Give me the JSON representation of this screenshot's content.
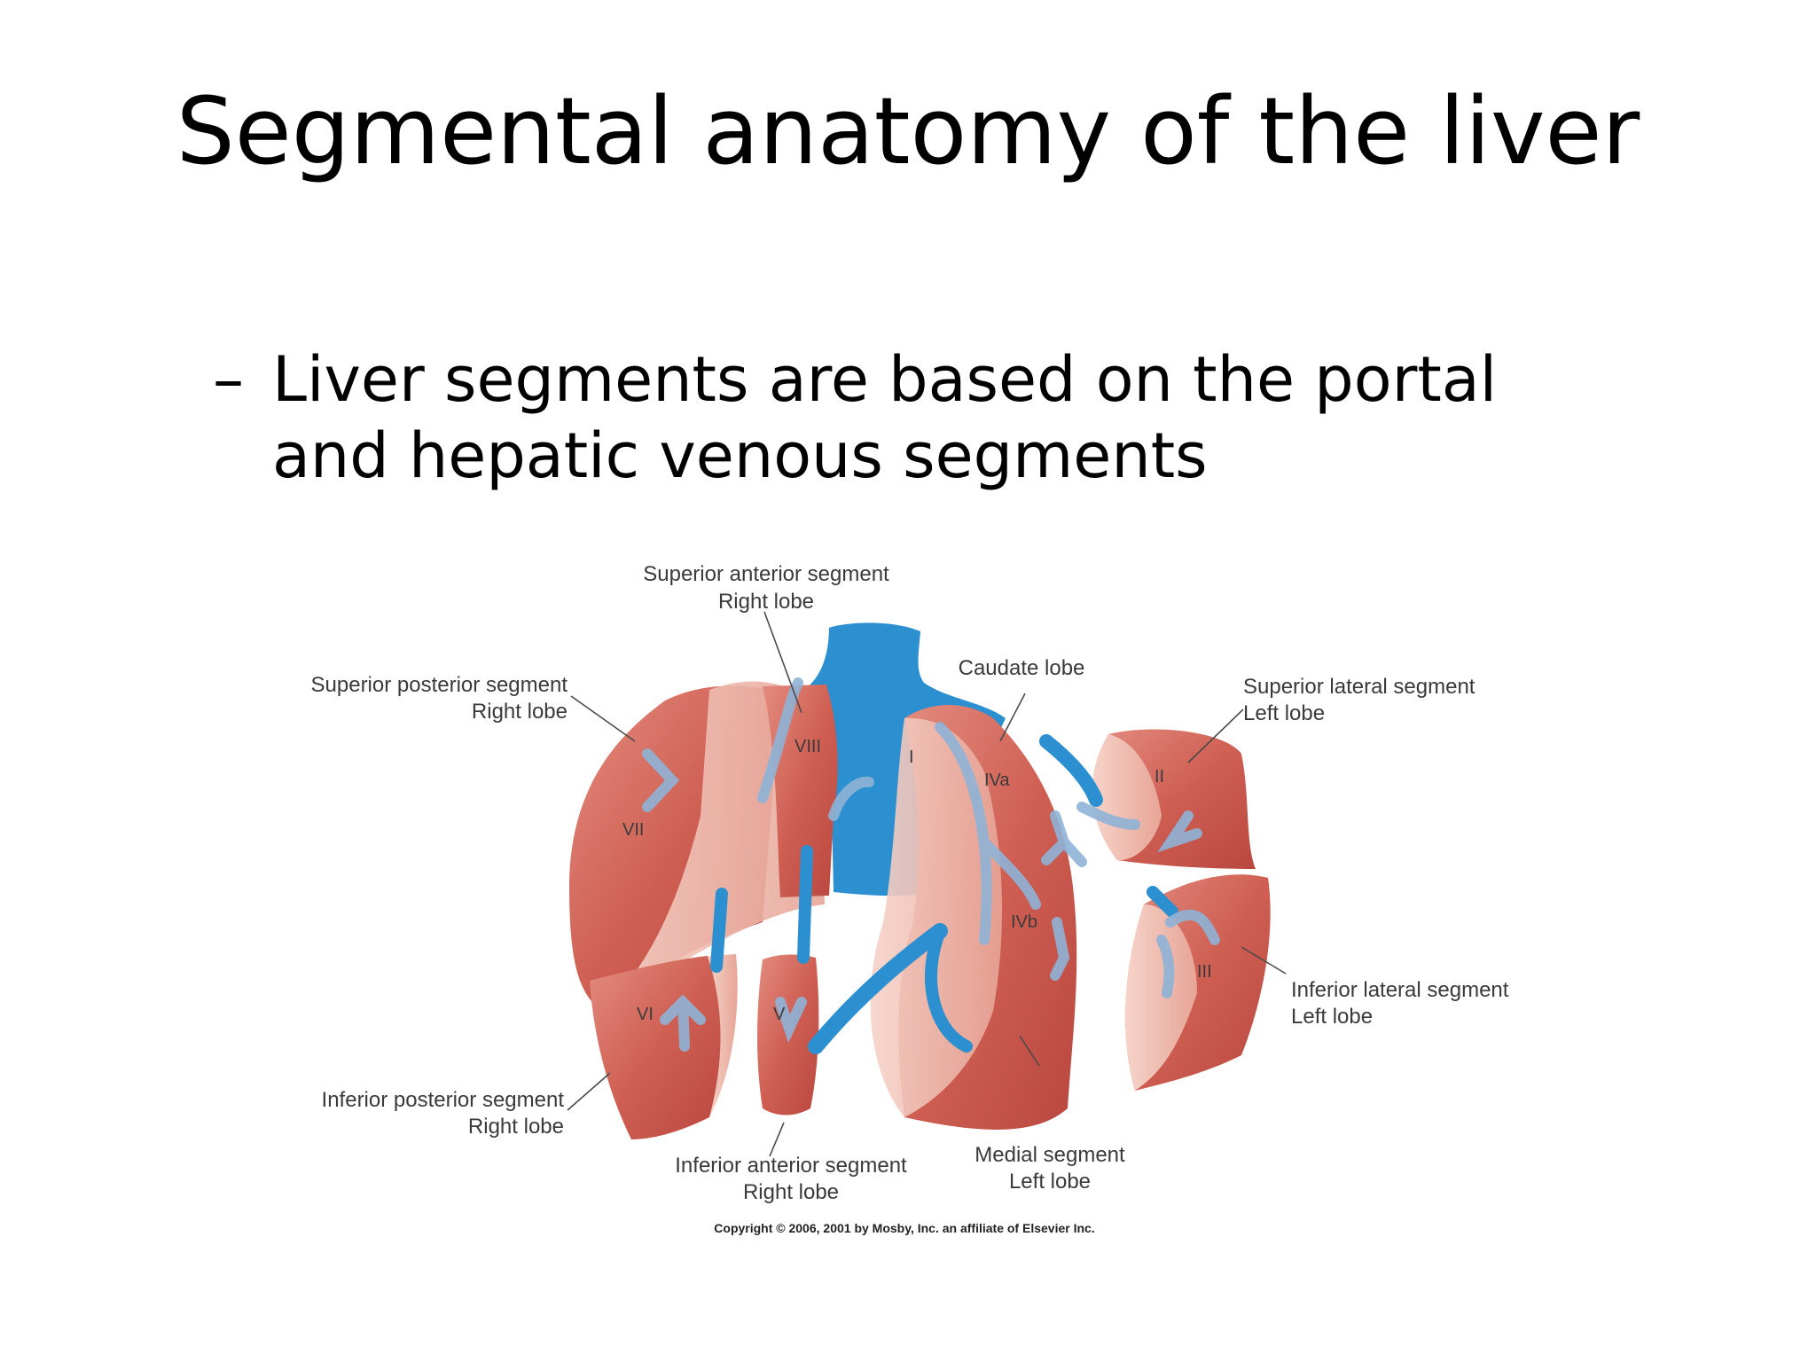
{
  "slide": {
    "title": "Segmental anatomy of the liver",
    "bullet_marker": "–",
    "bullet_text": "Liver segments are based on the portal and hepatic venous segments"
  },
  "figure": {
    "labels": {
      "superior_anterior": [
        "Superior anterior segment",
        "Right lobe"
      ],
      "superior_posterior": [
        "Superior posterior segment",
        "Right lobe"
      ],
      "caudate": [
        "Caudate lobe"
      ],
      "superior_lateral": [
        "Superior lateral segment",
        "Left lobe"
      ],
      "inferior_lateral": [
        "Inferior lateral segment",
        "Left lobe"
      ],
      "inferior_posterior": [
        "Inferior posterior segment",
        "Right lobe"
      ],
      "inferior_anterior": [
        "Inferior anterior segment",
        "Right lobe"
      ],
      "medial": [
        "Medial segment",
        "Left lobe"
      ]
    },
    "segment_numbers": {
      "I": "I",
      "II": "II",
      "III": "III",
      "IVa": "IVa",
      "IVb": "IVb",
      "V": "V",
      "VI": "VI",
      "VII": "VII",
      "VIII": "VIII"
    },
    "copyright": "Copyright © 2006, 2001 by Mosby, Inc. an affiliate of Elsevier Inc.",
    "colors": {
      "liver_dark": "#c9574d",
      "liver_light": "#f0c0b4",
      "vein_blue": "#2b8fd0",
      "vessel_pale": "#8fb3d6"
    }
  }
}
